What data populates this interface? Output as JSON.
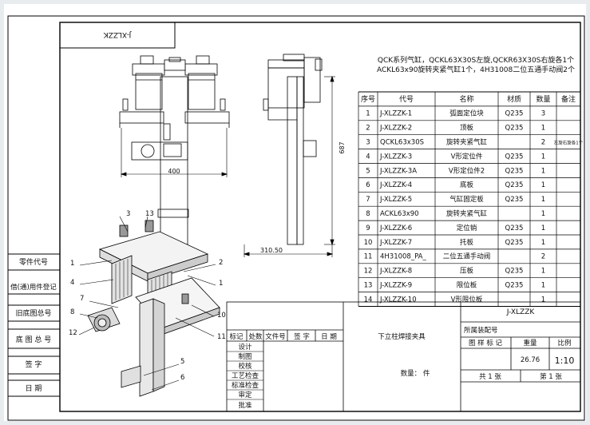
{
  "stamp_rotated": "J-XLZZK",
  "requirements": {
    "line1": "QCK系列气缸，QCKL63X30S左旋,QCKR63X30S右旋各1个",
    "line2": "ACKL63x90旋转夹紧气缸1个，4H31008二位五通手动阀2个"
  },
  "dims": {
    "width_label": "400",
    "height_label": "687",
    "side_width_label": "310.50"
  },
  "balloons": [
    "3",
    "13",
    "1",
    "4",
    "7",
    "8",
    "12",
    "2",
    "1",
    "10",
    "11",
    "5",
    "6"
  ],
  "left_labels": [
    "零件代号",
    "借(通)用件登记",
    "旧底图总号",
    "底 图 总 号",
    "签 字",
    "日 期"
  ],
  "bom": {
    "headers": [
      "序号",
      "代号",
      "名称",
      "材质",
      "数量",
      "备注"
    ],
    "rows": [
      [
        "1",
        "J-XLZZK-1",
        "弧面定位块",
        "Q235",
        "3",
        ""
      ],
      [
        "2",
        "J-XLZZK-2",
        "顶板",
        "Q235",
        "1",
        ""
      ],
      [
        "3",
        "QCKL63x30S",
        "旋转夹紧气缸",
        "",
        "2",
        "左旋右旋各1个"
      ],
      [
        "4",
        "J-XLZZK-3",
        "V形定位件",
        "Q235",
        "1",
        ""
      ],
      [
        "5",
        "J-XLZZK-3A",
        "V形定位件2",
        "Q235",
        "1",
        ""
      ],
      [
        "6",
        "J-XLZZK-4",
        "底板",
        "Q235",
        "1",
        ""
      ],
      [
        "7",
        "J-XLZZK-5",
        "气缸固定板",
        "Q235",
        "1",
        ""
      ],
      [
        "8",
        "ACKL63x90",
        "旋转夹紧气缸",
        "",
        "1",
        ""
      ],
      [
        "9",
        "J-XLZZK-6",
        "定位销",
        "Q235",
        "1",
        ""
      ],
      [
        "10",
        "J-XLZZK-7",
        "托板",
        "Q235",
        "1",
        ""
      ],
      [
        "11",
        "4H31008_PA_",
        "二位五通手动阀",
        "",
        "2",
        ""
      ],
      [
        "12",
        "J-XLZZK-8",
        "压板",
        "Q235",
        "1",
        ""
      ],
      [
        "13",
        "J-XLZZK-9",
        "限位板",
        "Q235",
        "1",
        ""
      ],
      [
        "14",
        "J-XLZZK-10",
        "V形限位板",
        "",
        "1",
        ""
      ]
    ]
  },
  "title_block": {
    "drawing_no": "J-XLZZK",
    "assembly_label": "所属装配号",
    "sign_cols": [
      "标记",
      "处数",
      "文件号",
      "签 字",
      "日 期"
    ],
    "roles": [
      "设计",
      "制图",
      "校核",
      "工艺检查",
      "标准检查",
      "审定",
      "批准"
    ],
    "title": "下立柱焊接夹具",
    "qty_label": "数量：  件",
    "mark_label": "图 样 标 记",
    "weight_label": "重量",
    "scale_label": "比例",
    "weight": "26.76",
    "scale": "1:10",
    "total_sheets": "共 1 张",
    "sheet_no": "第 1 张"
  }
}
